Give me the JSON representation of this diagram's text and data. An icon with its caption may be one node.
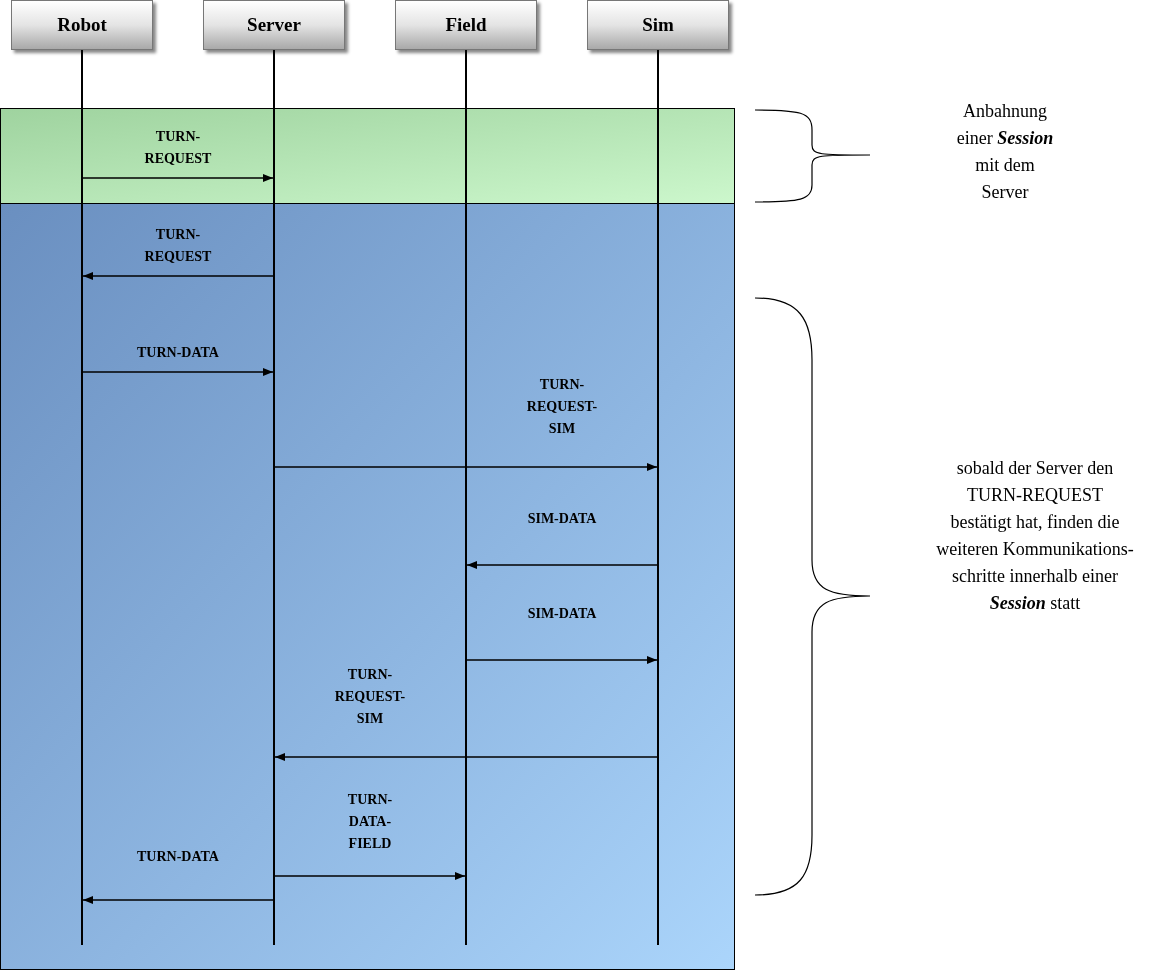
{
  "diagram": {
    "nodes": [
      {
        "text": [
          "Robot"
        ]
      },
      {
        "text": [
          "Server"
        ]
      },
      {
        "text": [
          "Field"
        ]
      },
      {
        "text": [
          "Sim"
        ]
      },
      {
        "text": [],
        "shape": "line"
      },
      {
        "text": [],
        "shape": "line"
      },
      {
        "text": [],
        "shape": "line"
      },
      {
        "text": [],
        "shape": "line"
      }
    ],
    "edges": [
      {
        "from": 4,
        "to": 5,
        "arrow": "to",
        "label": "TURN-REQUEST"
      },
      {
        "from": 5,
        "to": 4,
        "arrow": "to",
        "label": "TURN-REQUEST"
      },
      {
        "from": 4,
        "to": 5,
        "arrow": "to",
        "label": "TURN-DATA"
      },
      {
        "from": 5,
        "to": 7,
        "arrow": "to",
        "label": "TURN-REQUEST-SIM"
      },
      {
        "from": 7,
        "to": 6,
        "arrow": "to",
        "label": "SIM-DATA"
      },
      {
        "from": 6,
        "to": 7,
        "arrow": "to",
        "label": "SIM-DATA"
      },
      {
        "from": 7,
        "to": 5,
        "arrow": "to",
        "label": "TURN-REQUEST-SIM"
      },
      {
        "from": 5,
        "to": 6,
        "arrow": "to",
        "label": "TURN-DATA-FIELD"
      },
      {
        "from": 5,
        "to": 4,
        "arrow": "to",
        "label": "TURN-DATA"
      }
    ],
    "labels": [
      "Anbahnung einer **Session** mit dem Server",
      "sobald der Server den TURN-REQUEST bestätigt hat, finden die weiteren Kommunikations-schritte innerhalb einer **Session** statt"
    ]
  }
}
